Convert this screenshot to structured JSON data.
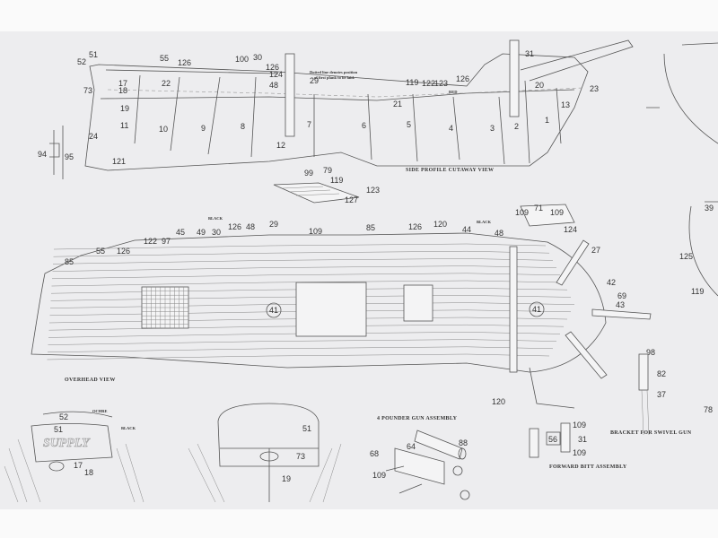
{
  "titles": {
    "side_view": "SIDE PROFILE CUTAWAY VIEW",
    "overhead_view": "OVERHEAD VIEW",
    "gun_assembly": "4 POUNDER GUN ASSEMBLY",
    "bitt_assembly": "FORWARD BITT ASSEMBLY",
    "swivel_bracket": "BRACKET FOR SWIVEL GUN"
  },
  "notes": {
    "plank_note_1": "Dotted line denotes position",
    "plank_note_2": "of first plank to be laid.",
    "red": "RED",
    "black": "BLACK",
    "ochre": "OCHRE"
  },
  "logo_text": "SUPPLY",
  "side_labels": [
    "52",
    "51",
    "55",
    "126",
    "100",
    "30",
    "126",
    "124",
    "48",
    "17",
    "18",
    "22",
    "73",
    "19",
    "29",
    "21",
    "119",
    "122",
    "123",
    "126",
    "20",
    "31",
    "23",
    "13",
    "11",
    "10",
    "9",
    "8",
    "7",
    "6",
    "5",
    "4",
    "3",
    "2",
    "1",
    "12",
    "24",
    "121",
    "94",
    "95"
  ],
  "grating_labels": [
    "99",
    "79",
    "119",
    "123",
    "127"
  ],
  "overhead_labels": [
    "126",
    "48",
    "29",
    "109",
    "49",
    "30",
    "45",
    "122",
    "97",
    "55",
    "126",
    "85",
    "41",
    "41",
    "85",
    "126",
    "120",
    "44",
    "48",
    "109",
    "71",
    "109",
    "124",
    "27",
    "42",
    "69",
    "43",
    "120",
    "98",
    "82",
    "37",
    "125",
    "119",
    "39"
  ],
  "stern_labels": [
    "52",
    "51",
    "17",
    "18",
    "51",
    "73",
    "19"
  ],
  "gun_labels": [
    "64",
    "88",
    "68",
    "109"
  ],
  "bitt_labels": [
    "109",
    "31",
    "109",
    "56",
    "78"
  ]
}
